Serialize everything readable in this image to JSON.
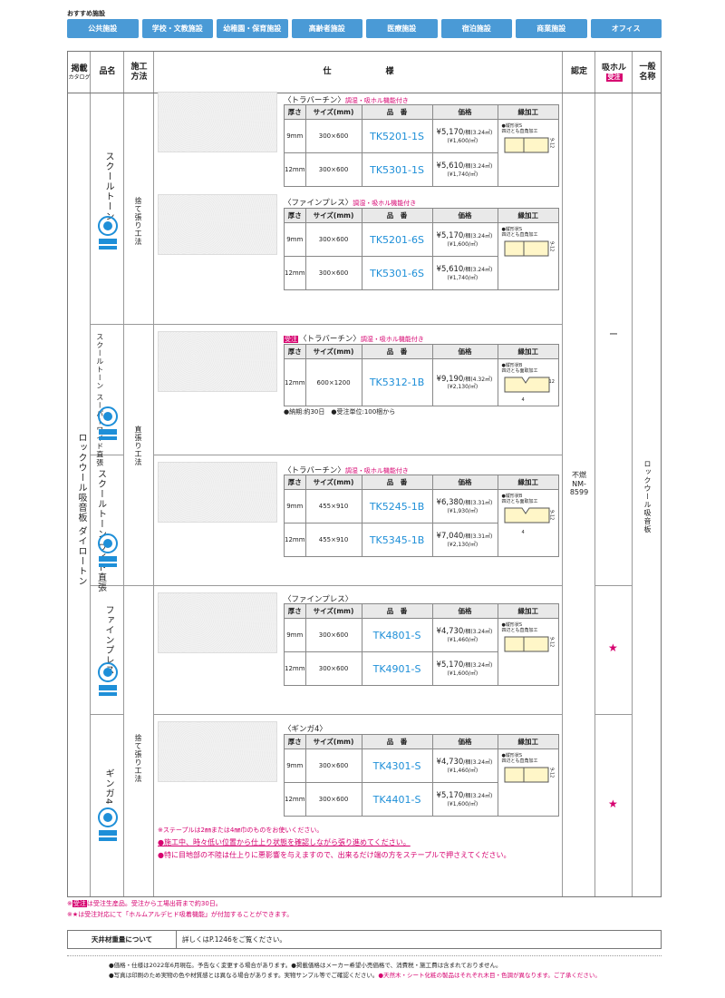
{
  "recommended_label": "おすすめ施設",
  "facilities": [
    "公共施設",
    "学校・文教施設",
    "幼稚園・保育施設",
    "高齢者施設",
    "医療施設",
    "宿泊施設",
    "商業施設",
    "オフィス"
  ],
  "header": {
    "catalog": "掲載",
    "catalog_sub": "カタログ",
    "product_name": "品名",
    "method1": "施工",
    "method2": "方法",
    "spec1": "仕",
    "spec2": "様",
    "cert": "認定",
    "absorb": "吸ホル",
    "absorb_badge": "受注",
    "general1": "一般",
    "general2": "名称"
  },
  "catalog_name": "ロックウール吸音板 ダイロートン",
  "general_name": "ロックウール吸音板",
  "cert_value": "不燃\nNM-8599",
  "table_cols": {
    "thickness": "厚さ",
    "size": "サイズ(mm)",
    "part": "品　番",
    "price": "価格",
    "edge": "縁加工"
  },
  "groups": [
    {
      "name": "スクールトーン",
      "method": "捨て張り工法",
      "products": [
        {
          "title": "〈トラバーチン〉",
          "tag": "調湿・吸ホル機能付き",
          "edge_label": "●縦形状S\n四辺とも直角加工",
          "edge_dim": "9-12",
          "rows": [
            {
              "t": "9mm",
              "size": "300×600",
              "part": "TK5201-1S",
              "price": "¥5,170",
              "unit": "/梱(3.24㎡)",
              "sqm": "(¥1,600/㎡)"
            },
            {
              "t": "12mm",
              "size": "300×600",
              "part": "TK5301-1S",
              "price": "¥5,610",
              "unit": "/梱(3.24㎡)",
              "sqm": "(¥1,740/㎡)"
            }
          ]
        },
        {
          "title": "〈ファインプレス〉",
          "tag": "調湿・吸ホル機能付き",
          "edge_label": "●縦形状S\n四辺とも直角加工",
          "edge_dim": "9-12",
          "rows": [
            {
              "t": "9mm",
              "size": "300×600",
              "part": "TK5201-6S",
              "price": "¥5,170",
              "unit": "/梱(3.24㎡)",
              "sqm": "(¥1,600/㎡)"
            },
            {
              "t": "12mm",
              "size": "300×600",
              "part": "TK5301-6S",
              "price": "¥5,610",
              "unit": "/梱(3.24㎡)",
              "sqm": "(¥1,740/㎡)"
            }
          ]
        }
      ]
    },
    {
      "name": "スクールトーン\nスーパーワイド直張",
      "method": "直張り工法",
      "products": [
        {
          "badge": "受注",
          "title": "〈トラバーチン〉",
          "tag": "調湿・吸ホル機能付き",
          "edge_label": "●縦形状B\n四辺とも面取加工",
          "edge_dim": "12",
          "edge_dim2": "4",
          "rows": [
            {
              "t": "12mm",
              "size": "600×1200",
              "part": "TK5312-1B",
              "price": "¥9,190",
              "unit": "/梱(4.32㎡)",
              "sqm": "(¥2,130/㎡)"
            }
          ],
          "notes": "●納期:約30日　●受注単位:100梱から"
        }
      ]
    },
    {
      "name": "スクールトーン\nワイド直張",
      "products": [
        {
          "title": "〈トラバーチン〉",
          "tag": "調湿・吸ホル機能付き",
          "edge_label": "●縦形状B\n四辺とも面取加工",
          "edge_dim": "9-12",
          "edge_dim2": "4",
          "rows": [
            {
              "t": "9mm",
              "size": "455×910",
              "part": "TK5245-1B",
              "price": "¥6,380",
              "unit": "/梱(3.31㎡)",
              "sqm": "(¥1,930/㎡)"
            },
            {
              "t": "12mm",
              "size": "455×910",
              "part": "TK5345-1B",
              "price": "¥7,040",
              "unit": "/梱(3.31㎡)",
              "sqm": "(¥2,130/㎡)"
            }
          ]
        }
      ]
    },
    {
      "name": "ファインプレス",
      "method": "捨て張り工法",
      "products": [
        {
          "title": "〈ファインプレス〉",
          "tag": "",
          "edge_label": "●縦形状S\n四辺とも直角加工",
          "edge_dim": "9-12",
          "rows": [
            {
              "t": "9mm",
              "size": "300×600",
              "part": "TK4801-S",
              "price": "¥4,730",
              "unit": "/梱(3.24㎡)",
              "sqm": "(¥1,460/㎡)"
            },
            {
              "t": "12mm",
              "size": "300×600",
              "part": "TK4901-S",
              "price": "¥5,170",
              "unit": "/梱(3.24㎡)",
              "sqm": "(¥1,600/㎡)"
            }
          ]
        }
      ]
    },
    {
      "name": "ギンガ4",
      "products": [
        {
          "title": "〈ギンガ4〉",
          "tag": "",
          "edge_label": "●縦形状S\n四辺とも直角加工",
          "edge_dim": "9-12",
          "rows": [
            {
              "t": "9mm",
              "size": "300×600",
              "part": "TK4301-S",
              "price": "¥4,730",
              "unit": "/梱(3.24㎡)",
              "sqm": "(¥1,460/㎡)"
            },
            {
              "t": "12mm",
              "size": "300×600",
              "part": "TK4401-S",
              "price": "¥5,170",
              "unit": "/梱(3.24㎡)",
              "sqm": "(¥1,600/㎡)"
            }
          ]
        }
      ]
    }
  ],
  "dash": "ー",
  "star": "★",
  "staple_notes": [
    "※ステープルは2㎜または4㎜巾のものをお使いください。",
    "●施工中、時々低い位置から仕上り状態を確認しながら張り進めてください。",
    "●特に目地部の不陸は仕上りに悪影響を与えますので、出来るだけ端の方をステープルで押さえてください。"
  ],
  "footnotes": {
    "f1_badge": "受注",
    "f1": "は受注生産品。受注から工場出荷まで約30日。",
    "f2": "※★は受注対応にて「ホルムアルデヒド吸着機能」が付加することができます。"
  },
  "weight": {
    "label": "天井材重量について",
    "text": "詳しくはP.1246をご覧ください。"
  },
  "bottom_notes": {
    "line1": "●価格・仕様は2022年6月現在。予告なく変更する場合があります。●掲載価格はメーカー希望小売価格で、消費税・施工費は含まれておりません。",
    "line2a": "●写真は印刷のため実物の色や材質感とは異なる場合があります。実物サンプル等でご確認ください。",
    "line2b": "●天然木・シート化粧の製品はそれぞれ木目・色調が異なります。ご了承ください。"
  }
}
